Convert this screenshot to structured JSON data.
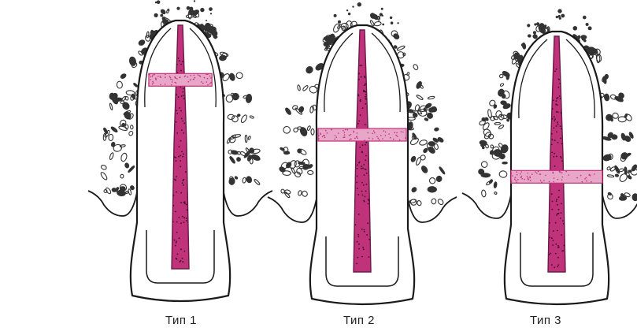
{
  "panels": [
    {
      "label": "Тип 1",
      "fracture_level": 0.18
    },
    {
      "label": "Тип 2",
      "fracture_level": 0.5
    },
    {
      "label": "Тип 3",
      "fracture_level": 0.78
    }
  ],
  "colors": {
    "outline": "#1a1a1a",
    "canal": "#c0327a",
    "canal_dark": "#6b1a4a",
    "fracture": "#e8a6c8",
    "bone": "#333333"
  },
  "icons": [
    "tooth-section-icon",
    "bone-particle-icon",
    "root-canal-icon",
    "fracture-line-icon"
  ]
}
